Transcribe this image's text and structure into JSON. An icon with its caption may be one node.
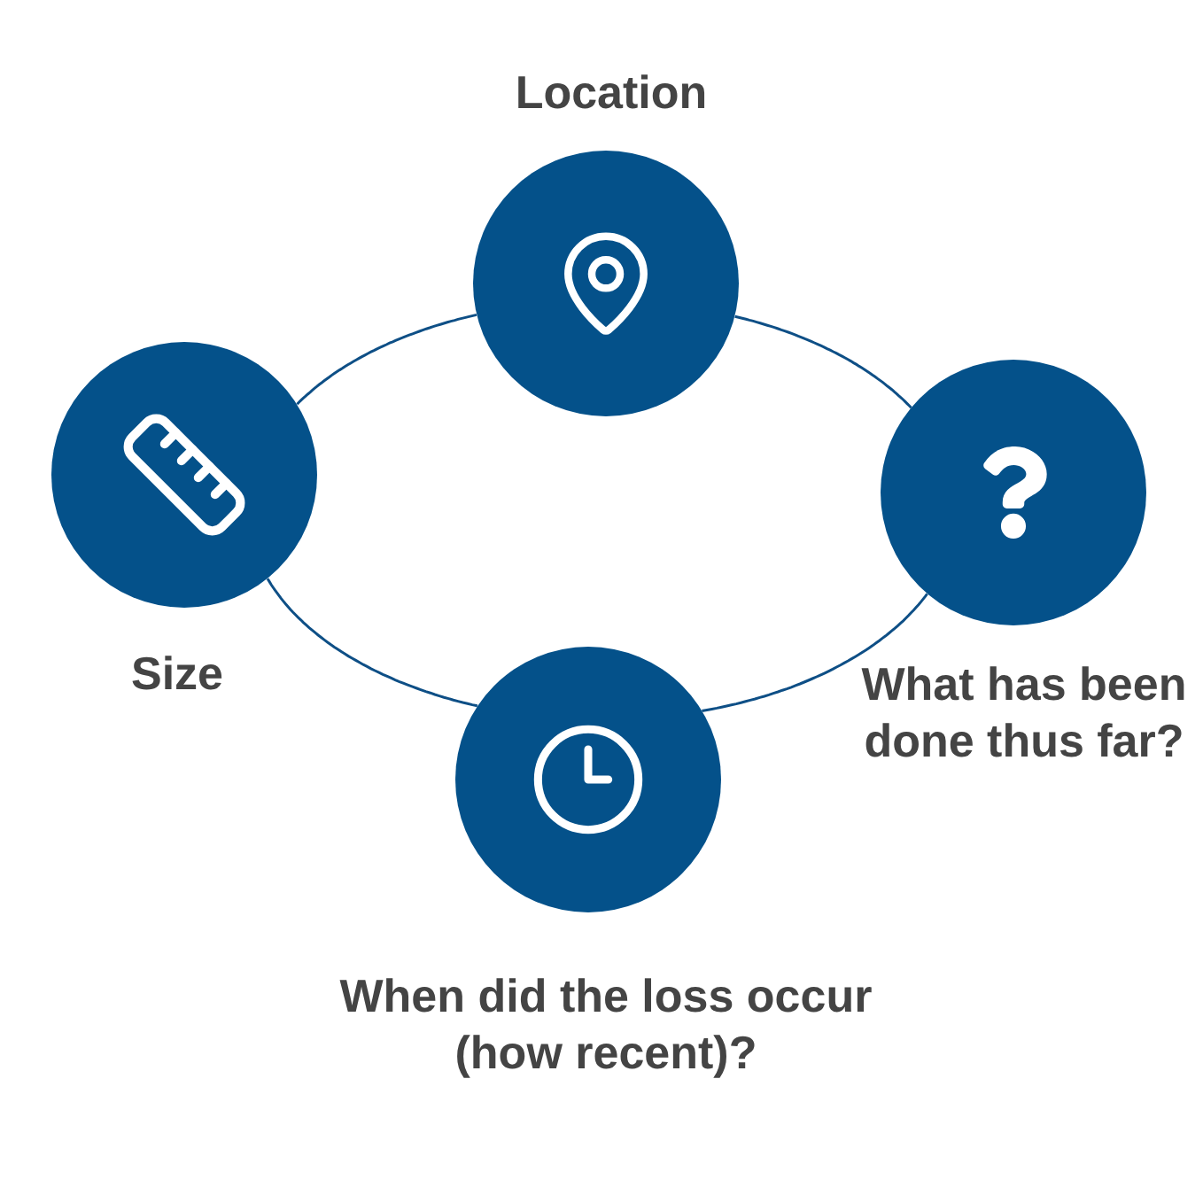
{
  "diagram": {
    "nodes": [
      {
        "text": [
          "Location"
        ]
      },
      {
        "text": [
          "Size"
        ]
      },
      {
        "text": [
          "What has been done thus far?"
        ]
      },
      {
        "text": [
          "When did the loss occur (how recent)?"
        ]
      }
    ],
    "edges": [
      {
        "from": 1,
        "to": 0,
        "arrow": "none"
      },
      {
        "from": 0,
        "to": 2,
        "arrow": "none"
      },
      {
        "from": 2,
        "to": 3,
        "arrow": "none"
      },
      {
        "from": 3,
        "to": 1,
        "arrow": "none"
      }
    ]
  }
}
